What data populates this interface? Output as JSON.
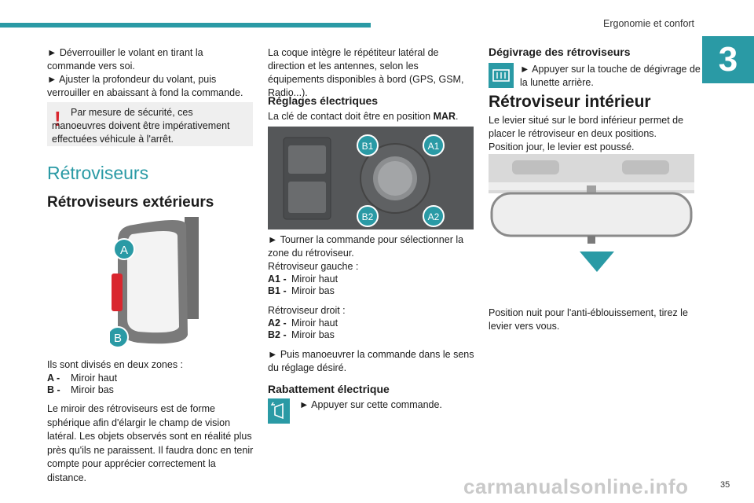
{
  "header": {
    "section_title": "Ergonomie et confort",
    "chapter": "3"
  },
  "col1": {
    "step1": "► Déverrouiller le volant en tirant la commande vers soi.",
    "step2": "► Ajuster la profondeur du volant, puis verrouiller en abaissant à fond la commande.",
    "warning": "Par mesure de sécurité, ces manoeuvres doivent être impérativement effectuées véhicule à l'arrêt.",
    "h_retro": "Rétroviseurs",
    "h_ext": "Rétroviseurs extérieurs",
    "label_a": "A",
    "label_b": "B",
    "zones_intro": "Ils sont divisés en deux zones :",
    "zones": [
      {
        "key": "A -",
        "text": "Miroir haut"
      },
      {
        "key": "B -",
        "text": "Miroir bas"
      }
    ],
    "spherical": "Le miroir des rétroviseurs est de forme sphérique afin d'élargir le champ de vision latéral. Les objets observés sont en réalité plus près qu'ils ne paraissent. Il faudra donc en tenir compte pour apprécier correctement la distance."
  },
  "col2": {
    "coque": "La coque intègre le répétiteur latéral de direction et les antennes, selon les équipements disponibles à bord (GPS, GSM, Radio...).",
    "h_reglages": "Réglages électriques",
    "key_pos_prefix": "La clé de contact doit être en position ",
    "key_pos_bold": "MAR",
    "key_pos_suffix": ".",
    "img_labels": {
      "b1": "B1",
      "a1": "A1",
      "b2": "B2",
      "a2": "A2"
    },
    "turn": "► Tourner la commande pour sélectionner la zone du rétroviseur.",
    "left_mirror": "Rétroviseur gauche :",
    "left_items": [
      {
        "key": "A1 -",
        "text": "Miroir haut"
      },
      {
        "key": "B1 -",
        "text": "Miroir bas"
      }
    ],
    "right_mirror": "Rétroviseur droit :",
    "right_items": [
      {
        "key": "A2 -",
        "text": "Miroir haut"
      },
      {
        "key": "B2 -",
        "text": "Miroir bas"
      }
    ],
    "manoeuvre": "► Puis manoeuvrer la commande dans le sens du réglage désiré.",
    "h_rabattement": "Rabattement électrique",
    "rabattement": "► Appuyer sur cette commande."
  },
  "col3": {
    "h_degivrage": "Dégivrage des rétroviseurs",
    "degivrage": "► Appuyer sur la touche de dégivrage de la lunette arrière.",
    "h_interieur": "Rétroviseur intérieur",
    "levier": "Le levier situé sur le bord inférieur permet de placer le rétroviseur en deux positions.",
    "jour": "Position jour, le levier est poussé.",
    "nuit": "Position nuit pour l'anti-éblouissement, tirez le levier vers vous."
  },
  "footer": {
    "page_number": "35",
    "watermark": "carmanualsonline.info"
  }
}
